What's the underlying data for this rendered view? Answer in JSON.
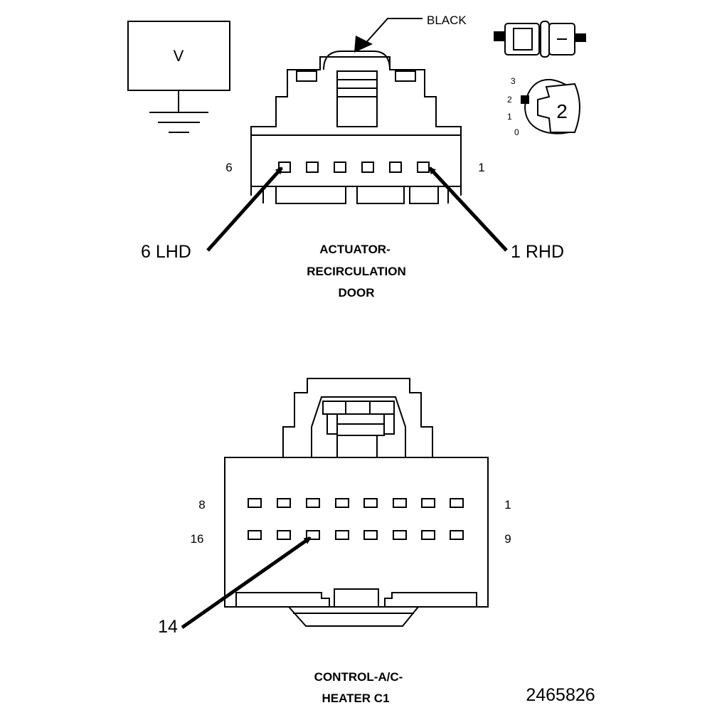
{
  "meter": {
    "label": "V"
  },
  "top_connector": {
    "color_label": "BLACK",
    "pin_left_number": "6",
    "pin_right_number": "1",
    "callout_left": "6 LHD",
    "callout_right": "1 RHD",
    "name_lines": [
      "ACTUATOR-",
      "RECIRCULATION",
      "DOOR"
    ]
  },
  "position_indicator": {
    "scale": [
      "3",
      "2",
      "1",
      "0"
    ],
    "value": "2"
  },
  "bottom_connector": {
    "row1_left": "8",
    "row1_right": "1",
    "row2_left": "16",
    "row2_right": "9",
    "callout": "14",
    "name_lines": [
      "CONTROL-A/C-",
      "HEATER C1"
    ]
  },
  "figure_number": "2465826"
}
